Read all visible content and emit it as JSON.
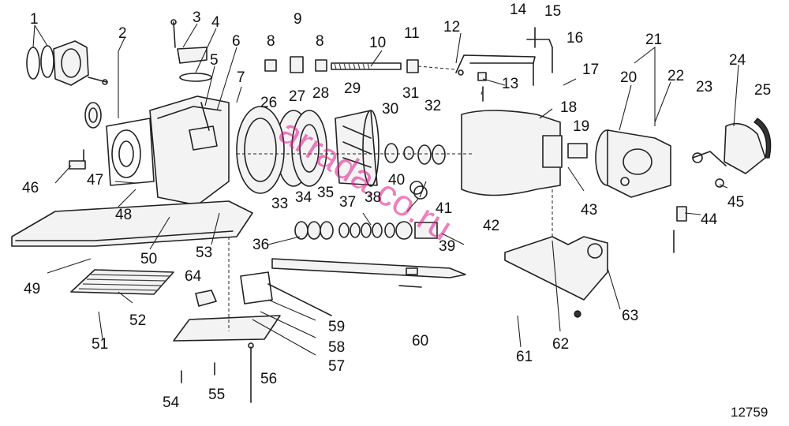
{
  "figure": {
    "number": "12759"
  },
  "watermark": {
    "text": "arrada.co.ru",
    "color": "#e0188c"
  },
  "callouts": [
    "1",
    "2",
    "3",
    "4",
    "5",
    "6",
    "7",
    "8",
    "9",
    "8",
    "10",
    "11",
    "12",
    "13",
    "14",
    "15",
    "16",
    "17",
    "18",
    "19",
    "20",
    "21",
    "22",
    "23",
    "24",
    "25",
    "26",
    "27",
    "28",
    "29",
    "30",
    "31",
    "32",
    "33",
    "34",
    "35",
    "36",
    "37",
    "38",
    "39",
    "40",
    "41",
    "42",
    "43",
    "44",
    "45",
    "46",
    "47",
    "48",
    "49",
    "50",
    "51",
    "52",
    "53",
    "54",
    "55",
    "56",
    "57",
    "58",
    "59",
    "60",
    "61",
    "62",
    "63",
    "64"
  ]
}
